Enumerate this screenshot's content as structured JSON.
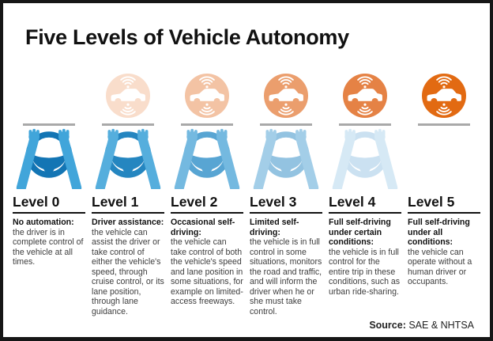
{
  "title": "Five Levels of Vehicle Autonomy",
  "source": {
    "label": "Source:",
    "value": " SAE & NHTSA"
  },
  "icons": {
    "car_badge": "car-wifi-signal-icon",
    "wheel": "steering-wheel-hands-icon"
  },
  "colors": {
    "divider": "#a9a9a9",
    "heading_underline": "#111111",
    "frame_border": "#161616"
  },
  "levels": [
    {
      "title": "Level 0",
      "label": "No automation:",
      "description": "the driver is in complete control of the vehicle at all times.",
      "show_car_badge": false,
      "show_wheel": true,
      "circle_color": "",
      "wheel_color": "#1375b4",
      "arm_color": "#41a5da"
    },
    {
      "title": "Level 1",
      "label": "Driver assistance:",
      "description": "the vehicle can assist the driver or take control of either the vehicle's speed, through cruise control, or its lane position, through lane guidance.",
      "show_car_badge": true,
      "show_wheel": true,
      "circle_color": "#f9ddcb",
      "wheel_color": "#2586c0",
      "arm_color": "#55aedd"
    },
    {
      "title": "Level 2",
      "label": "Occasional self-driving:",
      "description": "the vehicle can take control of both the vehicle's speed and lane position in some situations, for example on limited-access freeways.",
      "show_car_badge": true,
      "show_wheel": true,
      "circle_color": "#f3c3a4",
      "wheel_color": "#58a5d3",
      "arm_color": "#74b9e0"
    },
    {
      "title": "Level 3",
      "label": "Limited self-driving:",
      "description": "the vehicle is in full control in some situations, monitors the road and traffic, and will inform the driver when he or she must take control.",
      "show_car_badge": true,
      "show_wheel": true,
      "circle_color": "#eb9e6d",
      "wheel_color": "#93c3e1",
      "arm_color": "#a3cee8"
    },
    {
      "title": "Level 4",
      "label": "Full self-driving under certain conditions:",
      "description": "the vehicle is in full control for the entire trip in these conditions, such as urban ride-sharing.",
      "show_car_badge": true,
      "show_wheel": true,
      "circle_color": "#e58245",
      "wheel_color": "#cbe1f1",
      "arm_color": "#d6e9f5"
    },
    {
      "title": "Level 5",
      "label": "Full self-driving under all conditions:",
      "description": "the vehicle can operate without a human driver or occupants.",
      "show_car_badge": true,
      "show_wheel": false,
      "circle_color": "#e26a12",
      "wheel_color": "",
      "arm_color": ""
    }
  ]
}
